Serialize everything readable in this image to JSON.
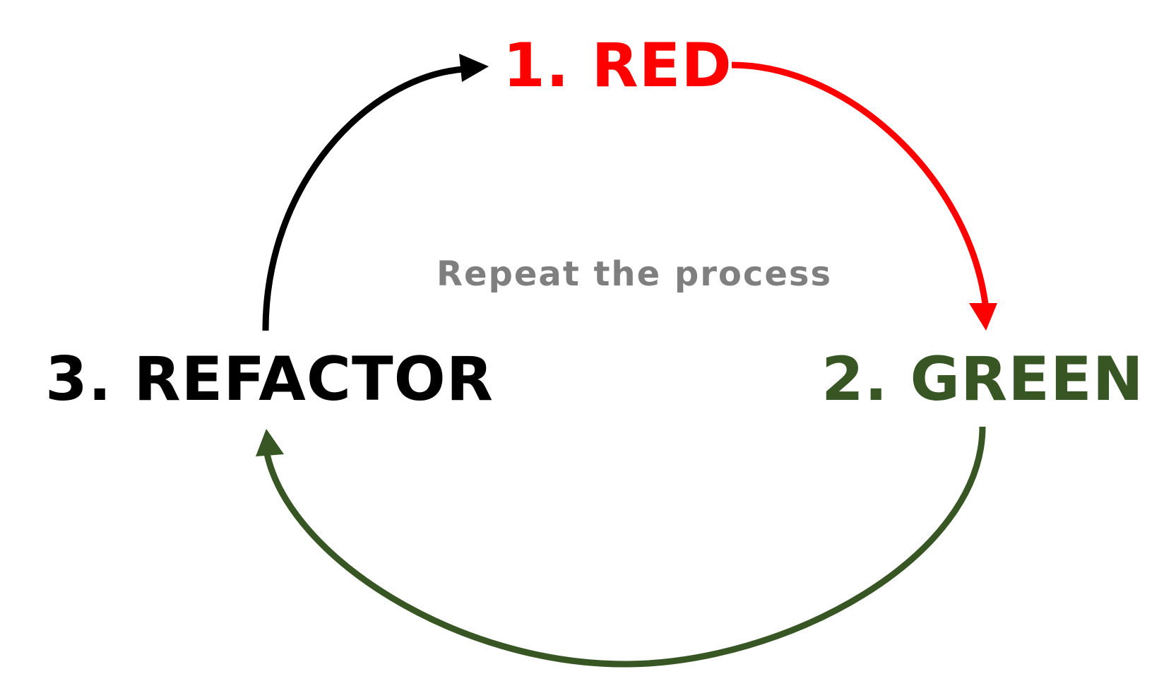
{
  "steps": {
    "red": {
      "label": "1. RED",
      "color": "#ff0000"
    },
    "green": {
      "label": "2. GREEN",
      "color": "#375623"
    },
    "refactor": {
      "label": "3. REFACTOR",
      "color": "#000000"
    }
  },
  "center_text": {
    "label": "Repeat the process",
    "color": "#7f7f7f"
  },
  "arrows": [
    {
      "from": "red",
      "to": "green",
      "color": "#ff0000"
    },
    {
      "from": "green",
      "to": "refactor",
      "color": "#375623"
    },
    {
      "from": "refactor",
      "to": "red",
      "color": "#000000"
    }
  ]
}
